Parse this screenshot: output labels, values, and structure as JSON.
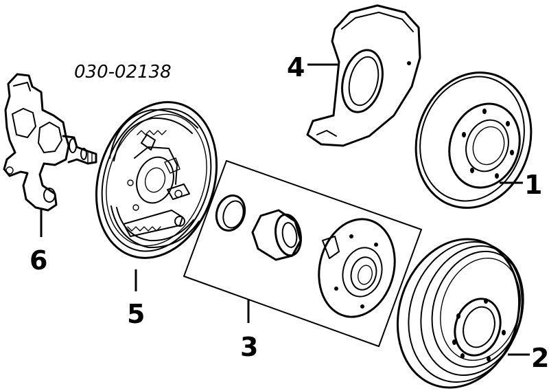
{
  "part_number": "030-02138",
  "callouts": {
    "c1": "1",
    "c2": "2",
    "c3": "3",
    "c4": "4",
    "c5": "5",
    "c6": "6"
  }
}
